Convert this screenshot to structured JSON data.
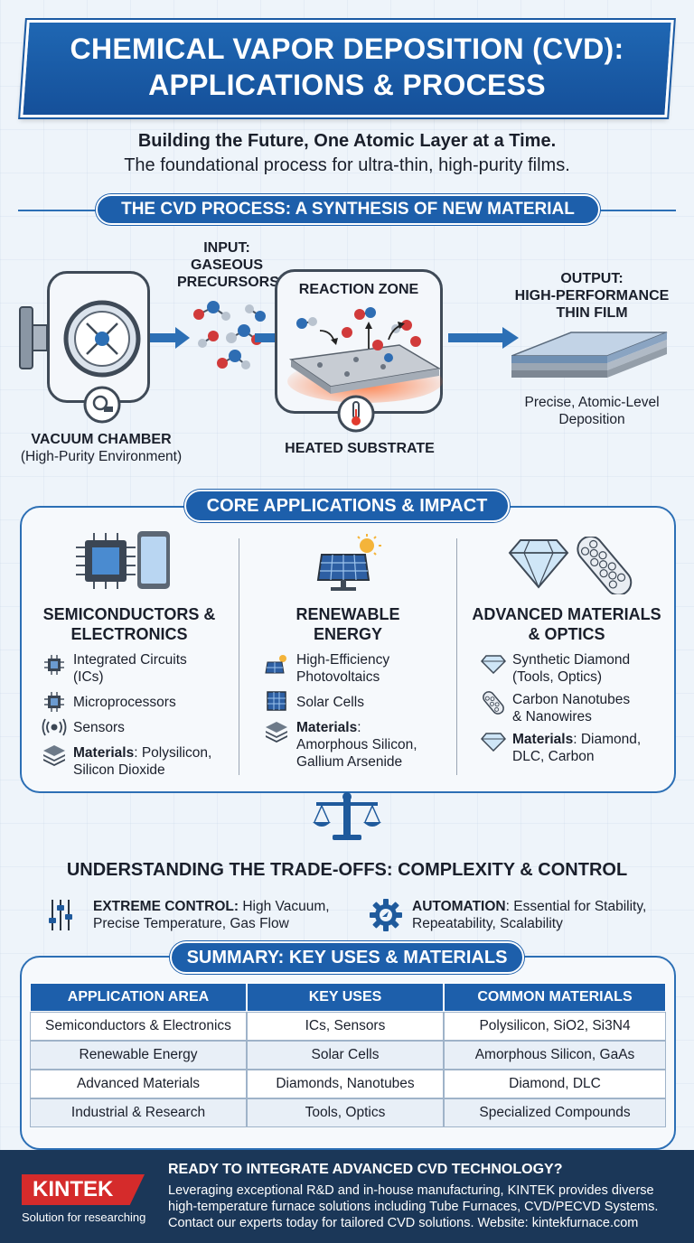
{
  "header": {
    "title_line1": "CHEMICAL VAPOR DEPOSITION (CVD):",
    "title_line2": "APPLICATIONS & PROCESS",
    "subtitle": "Building the Future, One Atomic Layer at a Time.",
    "tagline": "The foundational process for ultra-thin, high-purity films."
  },
  "process": {
    "section_title": "THE CVD PROCESS: A SYNTHESIS OF NEW MATERIAL",
    "input_label_line1": "INPUT:",
    "input_label_line2": "GASEOUS",
    "input_label_line3": "PRECURSORS",
    "reaction_label": "REACTION ZONE",
    "output_label_line1": "OUTPUT:",
    "output_label_line2": "HIGH-PERFORMANCE",
    "output_label_line3": "THIN FILM",
    "output_note_line1": "Precise, Atomic-Level",
    "output_note_line2": "Deposition",
    "chamber_label": "VACUUM CHAMBER",
    "chamber_note": "(High-Purity Environment)",
    "substrate_label": "HEATED SUBSTRATE"
  },
  "applications": {
    "section_title": "CORE APPLICATIONS & IMPACT",
    "columns": [
      {
        "title_line1": "SEMICONDUCTORS &",
        "title_line2": "ELECTRONICS",
        "items": [
          {
            "line1": "Integrated Circuits",
            "line2": "(ICs)",
            "icon": "chip-icon"
          },
          {
            "line1": "Microprocessors",
            "line2": "",
            "icon": "chip-icon"
          },
          {
            "line1": "Sensors",
            "line2": "",
            "icon": "signal-icon"
          },
          {
            "bold": "Materials",
            "line1": ": Polysilicon,",
            "line2": "Silicon Dioxide",
            "icon": "layers-icon"
          }
        ]
      },
      {
        "title_line1": "RENEWABLE",
        "title_line2": "ENERGY",
        "items": [
          {
            "line1": "High-Efficiency",
            "line2": "Photovoltaics",
            "icon": "solar-panel-icon"
          },
          {
            "line1": "Solar Cells",
            "line2": "",
            "icon": "solar-cell-icon"
          },
          {
            "bold": "Materials",
            "line1": ":",
            "line2": "Amorphous Silicon,",
            "line3": "Gallium Arsenide",
            "icon": "layers-icon"
          }
        ]
      },
      {
        "title_line1": "ADVANCED MATERIALS",
        "title_line2": "& OPTICS",
        "items": [
          {
            "line1": "Synthetic Diamond",
            "line2": "(Tools, Optics)",
            "icon": "diamond-icon"
          },
          {
            "line1": "Carbon Nanotubes",
            "line2": "& Nanowires",
            "icon": "nanotube-icon"
          },
          {
            "bold": "Materials",
            "line1": ": Diamond,",
            "line2": "DLC, Carbon",
            "icon": "diamond-icon"
          }
        ]
      }
    ]
  },
  "tradeoffs": {
    "title": "UNDERSTANDING THE TRADE-OFFS: COMPLEXITY & CONTROL",
    "control_bold": "EXTREME CONTROL:",
    "control_line1": " High Vacuum,",
    "control_line2": "Precise Temperature, Gas Flow",
    "automation_bold": "AUTOMATION",
    "automation_line1": ": Essential for Stability,",
    "automation_line2": "Repeatability, Scalability"
  },
  "summary": {
    "section_title": "SUMMARY: KEY USES & MATERIALS",
    "headers": [
      "APPLICATION AREA",
      "KEY USES",
      "COMMON MATERIALS"
    ],
    "rows": [
      [
        "Semiconductors & Electronics",
        "ICs, Sensors",
        "Polysilicon, SiO2, Si3N4"
      ],
      [
        "Renewable Energy",
        "Solar Cells",
        "Amorphous Silicon, GaAs"
      ],
      [
        "Advanced Materials",
        "Diamonds, Nanotubes",
        "Diamond, DLC"
      ],
      [
        "Industrial & Research",
        "Tools, Optics",
        "Specialized Compounds"
      ]
    ]
  },
  "footer": {
    "logo": "KINTEK",
    "logo_tagline": "Solution for researching",
    "cta_title": "READY TO INTEGRATE ADVANCED CVD TECHNOLOGY?",
    "cta_line1": "Leveraging exceptional R&D and in-house manufacturing, KINTEK provides diverse",
    "cta_line2": "high-temperature furnace solutions including Tube Furnaces, CVD/PECVD Systems.",
    "cta_line3": "Contact our experts today for tailored CVD solutions. Website: kintekfurnace.com"
  },
  "colors": {
    "primary_blue": "#1d5fab",
    "dark_navy": "#1b3758",
    "brand_red": "#d52b2b",
    "heat_orange": "#f26a3a"
  }
}
